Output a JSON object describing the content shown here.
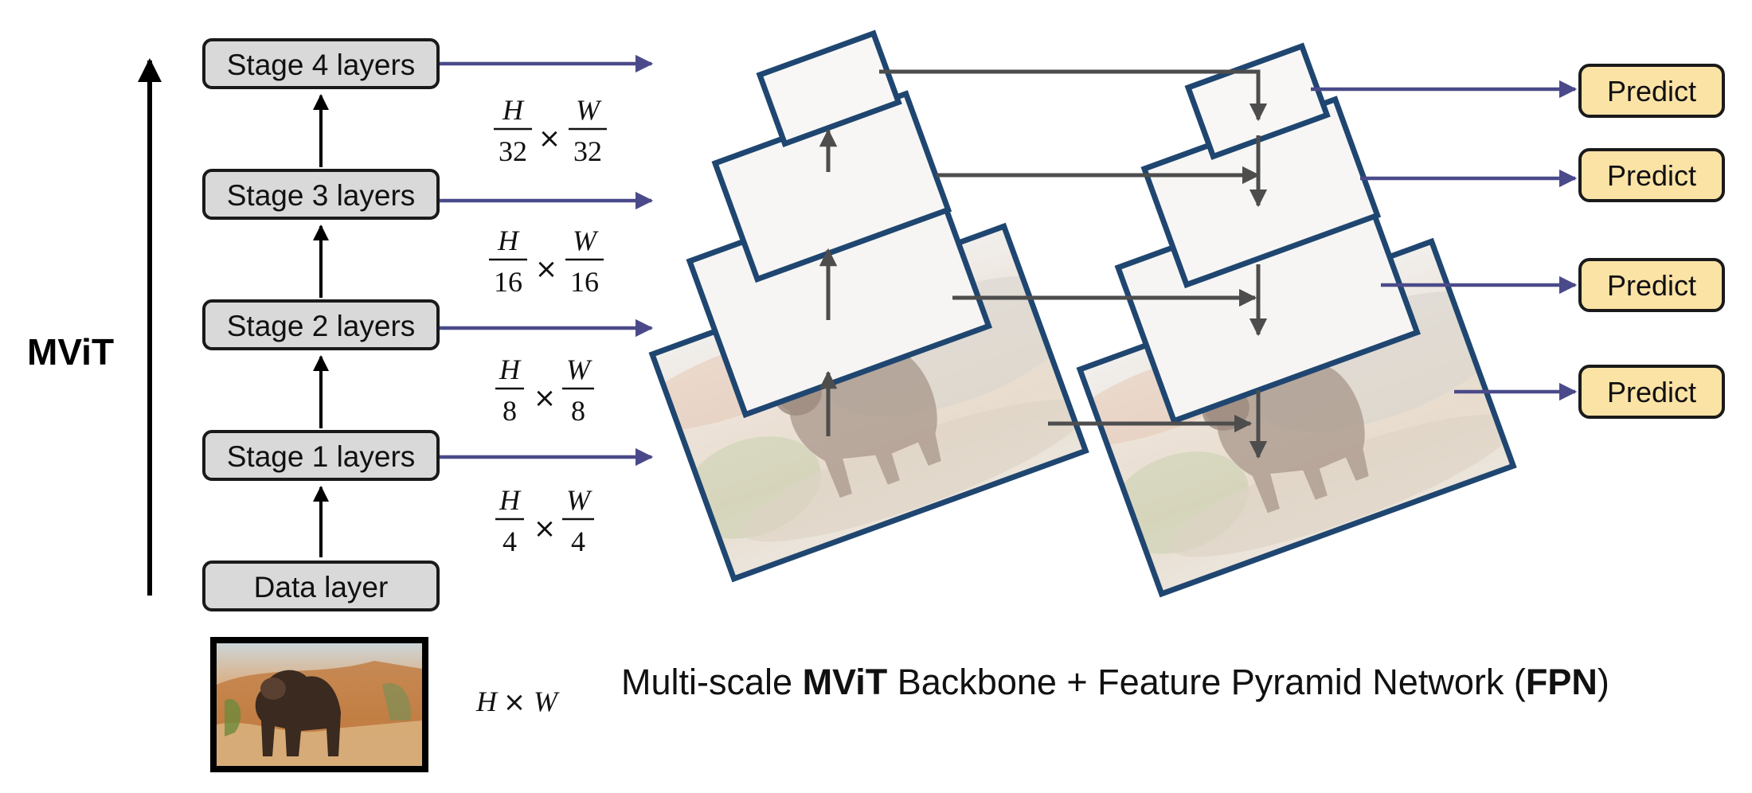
{
  "side_label": "MViT",
  "stages": [
    {
      "label": "Stage 4 layers"
    },
    {
      "label": "Stage 3 layers"
    },
    {
      "label": "Stage 2 layers"
    },
    {
      "label": "Stage 1 layers"
    },
    {
      "label": "Data layer"
    }
  ],
  "resolutions": [
    {
      "num_left": "H",
      "den_left": "32",
      "num_right": "W",
      "den_right": "32",
      "op": "×"
    },
    {
      "num_left": "H",
      "den_left": "16",
      "num_right": "W",
      "den_right": "16",
      "op": "×"
    },
    {
      "num_left": "H",
      "den_left": "8",
      "num_right": "W",
      "den_right": "8",
      "op": "×"
    },
    {
      "num_left": "H",
      "den_left": "4",
      "num_right": "W",
      "den_right": "4",
      "op": "×"
    }
  ],
  "input_resolution": {
    "left": "H",
    "op": "×",
    "right": "W"
  },
  "predict_labels": [
    "Predict",
    "Predict",
    "Predict",
    "Predict"
  ],
  "caption": {
    "prefix": "Multi-scale ",
    "bold1": "MViT",
    "middle": " Backbone + Feature Pyramid Network (",
    "bold2": "FPN",
    "suffix": ")"
  },
  "colors": {
    "stage_box_fill": "#d9d9d9",
    "predict_fill": "#fbe3a6",
    "frame_stroke": "#1f4670",
    "lateral_arrow": "#4a4a8a",
    "inner_arrow": "#4d4d4d"
  }
}
